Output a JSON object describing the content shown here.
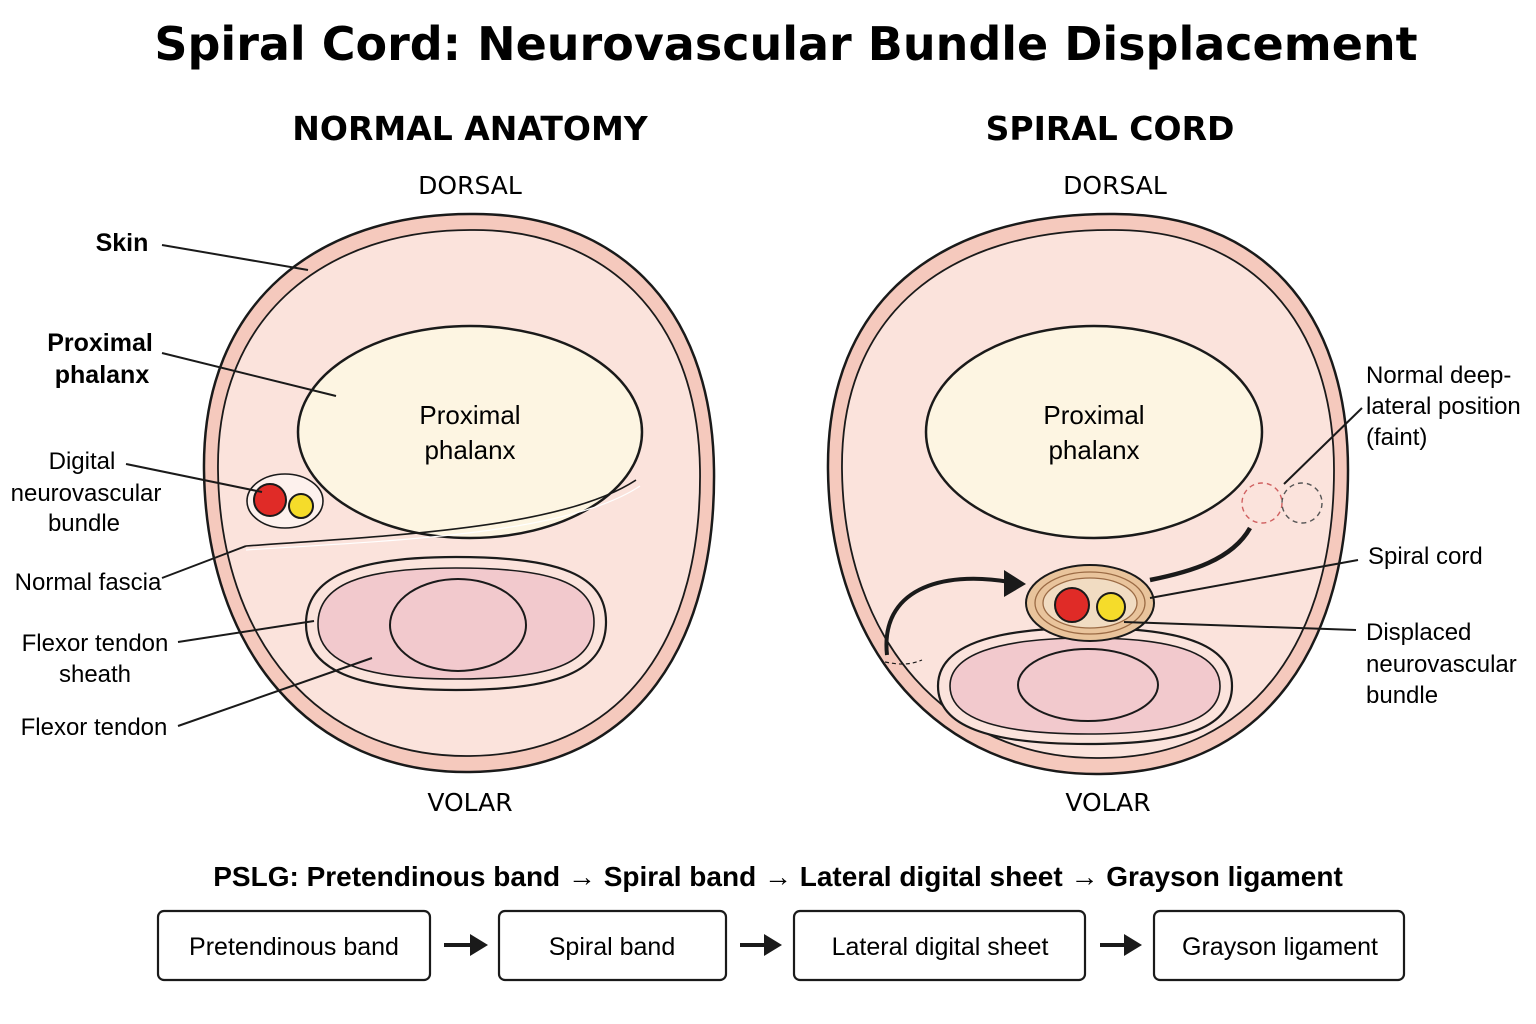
{
  "title": "Spiral Cord: Neurovascular Bundle Displacement",
  "left_panel": {
    "heading": "NORMAL ANATOMY",
    "dorsal": "DORSAL",
    "volar": "VOLAR",
    "bone_label_1": "Proximal",
    "bone_label_2": "phalanx",
    "labels": {
      "skin": "Skin",
      "proximal_1": "Proximal",
      "proximal_2": "phalanx",
      "bundle_1": "Digital",
      "bundle_2": "neurovascular",
      "bundle_3": "bundle",
      "fascia": "Normal fascia",
      "sheath_1": "Flexor tendon",
      "sheath_2": "sheath",
      "tendon": "Flexor tendon"
    }
  },
  "right_panel": {
    "heading": "SPIRAL CORD",
    "dorsal": "DORSAL",
    "volar": "VOLAR",
    "bone_label_1": "Proximal",
    "bone_label_2": "phalanx",
    "labels": {
      "normal_pos_1": "Normal deep-",
      "normal_pos_2": "lateral position",
      "normal_pos_3": "(faint)",
      "spiral_cord": "Spiral cord",
      "displaced_1": "Displaced",
      "displaced_2": "neurovascular",
      "displaced_3": "bundle"
    }
  },
  "sequence_caption": "PSLG: Pretendinous band → Spiral band → Lateral digital sheet → Grayson ligament",
  "sequence_boxes": [
    "Pretendinous band",
    "Spiral band",
    "Lateral digital sheet",
    "Grayson ligament"
  ],
  "colors": {
    "skin_fill": "#fbe3dc",
    "skin_edge": "#f5c9bd",
    "bone_fill": "#fdf5e2",
    "tendon_fill": "#f2c9cd",
    "artery": "#e02b27",
    "nerve": "#f5dc2a",
    "cord_fill": "#e9c49c",
    "outline": "#1a1a1a"
  }
}
